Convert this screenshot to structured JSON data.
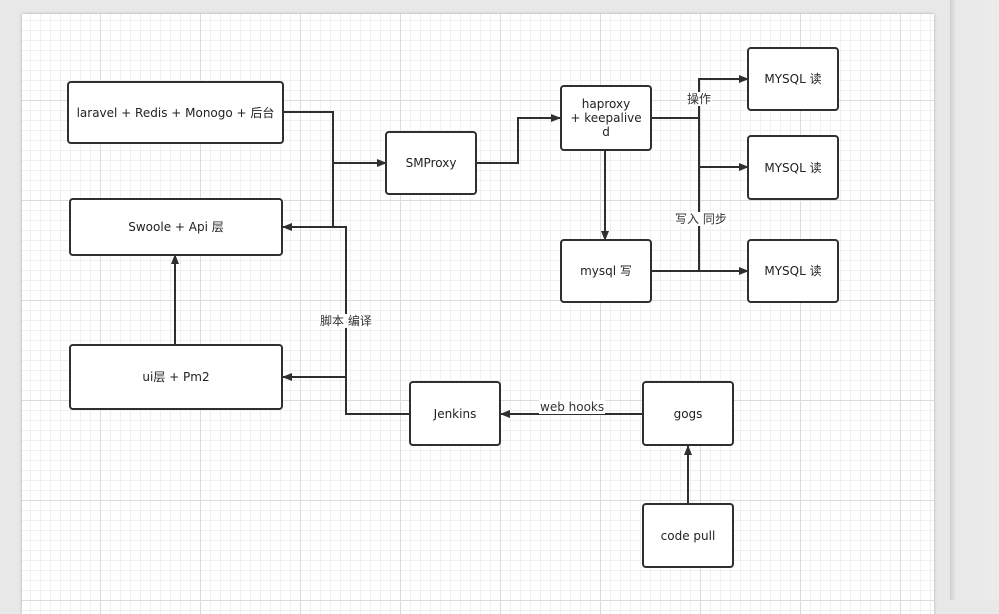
{
  "diagram": {
    "nodes": {
      "laravel": "laravel + Redis + Monogo + 后台",
      "swoole": "Swoole + Api 层",
      "ui": "ui层 + Pm2",
      "smproxy": "SMProxy",
      "haproxy": "haproxy\n+ keepalive\nd",
      "mysql_write": "mysql 写",
      "mysql_read_1": "MYSQL 读",
      "mysql_read_2": "MYSQL 读",
      "mysql_read_3": "MYSQL 读",
      "jenkins": "Jenkins",
      "gogs": "gogs",
      "code_pull": "code pull"
    },
    "edge_labels": {
      "operate": "操作",
      "write_sync": "写入 同步",
      "script_compile": "脚本 编译",
      "web_hooks": "web hooks"
    }
  }
}
